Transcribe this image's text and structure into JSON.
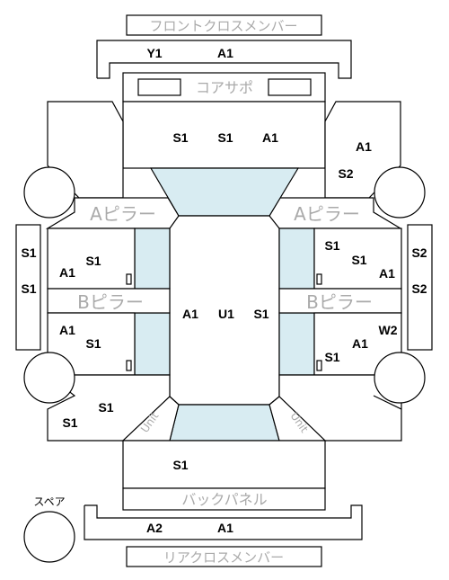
{
  "labels": {
    "front_cross_member": "フロントクロスメンバー",
    "core_support": "コアサポ",
    "a_pillar_left": "Aピラー",
    "a_pillar_right": "Aピラー",
    "b_pillar_left": "Bピラー",
    "b_pillar_right": "Bピラー",
    "back_panel": "バックパネル",
    "rear_cross_member": "リアクロスメンバー",
    "spare": "スペア",
    "unit_left": "Unit",
    "unit_right": "Unit"
  },
  "codes": {
    "front_member_y1": "Y1",
    "front_member_a1": "A1",
    "hood_s1_a": "S1",
    "hood_s1_b": "S1",
    "hood_a1": "A1",
    "right_fender_a1": "A1",
    "right_fender_s2": "S2",
    "left_sill": [
      "S1",
      "S1"
    ],
    "right_sill": [
      "S2",
      "S2"
    ],
    "left_front_door_s1": "S1",
    "left_front_door_a1": "A1",
    "right_front_door_s1_a": "S1",
    "right_front_door_s1_b": "S1",
    "right_front_door_a1": "A1",
    "roof_a1": "A1",
    "roof_u1": "U1",
    "roof_s1": "S1",
    "left_rear_door_a1": "A1",
    "left_rear_door_s1": "S1",
    "right_rear_door_w2": "W2",
    "right_rear_door_a1": "A1",
    "right_rear_door_s1": "S1",
    "left_quarter_s1_a": "S1",
    "left_quarter_s1_b": "S1",
    "trunk_s1": "S1",
    "rear_member_a2": "A2",
    "rear_member_a1": "A1"
  },
  "colors": {
    "glass": "#d8ecf2",
    "outline": "#000000",
    "label_gray": "#aaaaaa"
  }
}
